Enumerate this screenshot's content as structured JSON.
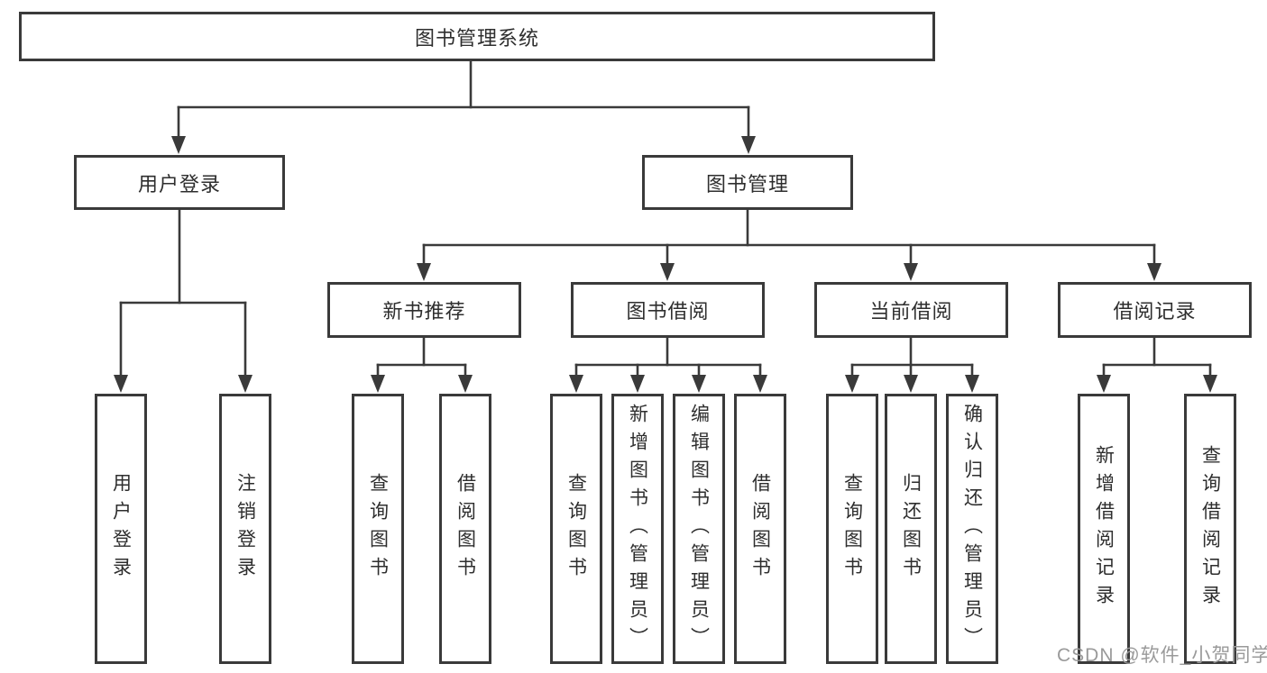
{
  "diagram": {
    "type": "tree",
    "root": {
      "label": "图书管理系统"
    },
    "level2": [
      {
        "label": "用户登录"
      },
      {
        "label": "图书管理"
      }
    ],
    "level3": [
      {
        "label": "新书推荐"
      },
      {
        "label": "图书借阅"
      },
      {
        "label": "当前借阅"
      },
      {
        "label": "借阅记录"
      }
    ],
    "leaves": {
      "user_login": [
        "用户登录",
        "注销登录"
      ],
      "new_books": [
        "查询图书",
        "借阅图书"
      ],
      "book_borrow": [
        "查询图书",
        "新增图书（管理员）",
        "编辑图书（管理员）",
        "借阅图书"
      ],
      "current_borrow": [
        "查询图书",
        "归还图书",
        "确认归还（管理员）"
      ],
      "borrow_records": [
        "新增借阅记录",
        "查询借阅记录"
      ]
    },
    "colors": {
      "line": "#3a3a3a",
      "text": "#2e2e2e",
      "watermark": "#9a9a9a",
      "background": "#ffffff"
    }
  },
  "watermark": {
    "text": "CSDN @软件_小贺同学"
  }
}
